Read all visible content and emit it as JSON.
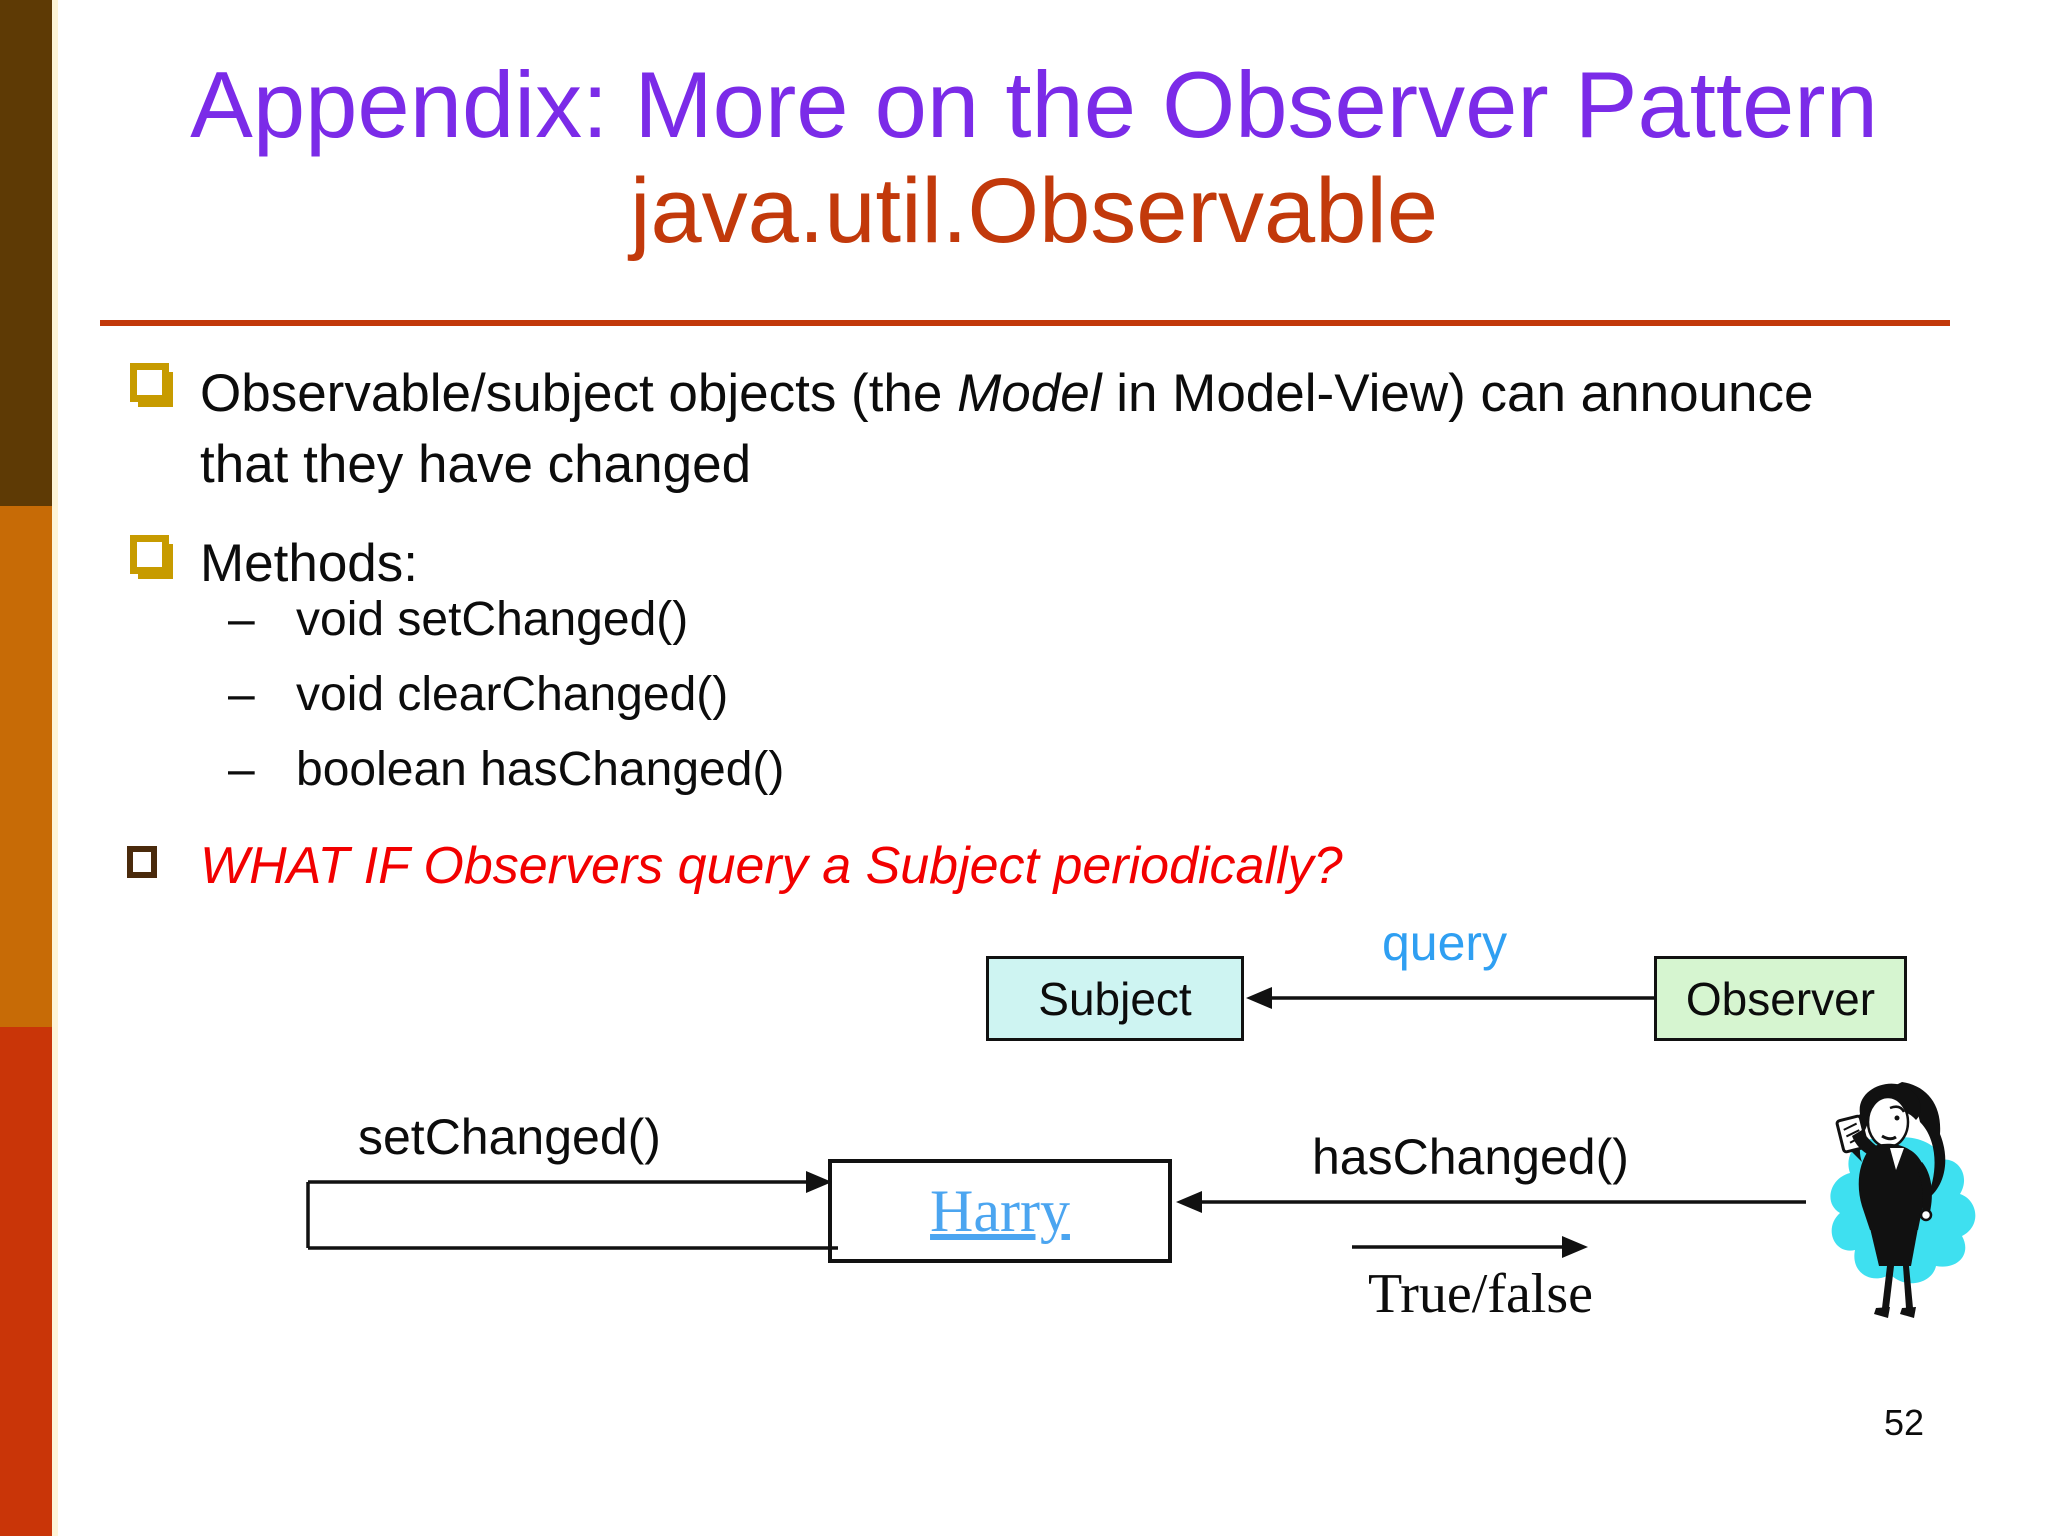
{
  "title": {
    "line1": "Appendix: More on the Observer Pattern",
    "line2": "java.util.Observable"
  },
  "bullets": {
    "b1_pre": "Observable/subject objects (the ",
    "b1_italic": "Model",
    "b1_post": " in Model-View) can announce",
    "b1_line2": "that they have changed",
    "b2": "Methods:",
    "dash": "–",
    "methods": [
      "void setChanged()",
      "void clearChanged()",
      "boolean hasChanged()"
    ],
    "question": "WHAT IF Observers query a Subject periodically?"
  },
  "diagram": {
    "query_label": "query",
    "subject_label": "Subject",
    "observer_label": "Observer",
    "set_changed_label": "setChanged()",
    "harry_label": "Harry",
    "has_changed_label": "hasChanged()",
    "true_false_label": "True/false",
    "clipart": "businesswoman-with-phone-clipart"
  },
  "page": {
    "number": "52"
  },
  "colors": {
    "title_purple": "#7b2be8",
    "title_red": "#c2390b",
    "rule_red": "#c2390b",
    "question_red": "#f20000",
    "query_blue": "#2f9ff2",
    "harry_blue": "#4ba5f0",
    "subject_fill": "#cef4f2",
    "observer_fill": "#d6f5d0",
    "gold_bullet": "#c79b00",
    "dark_bullet": "#4a2a0c",
    "sidebar_brown": "#5e3a05",
    "sidebar_orange": "#c76b06",
    "sidebar_red": "#c93508",
    "clipart_cyan": "#3ee0f0"
  }
}
